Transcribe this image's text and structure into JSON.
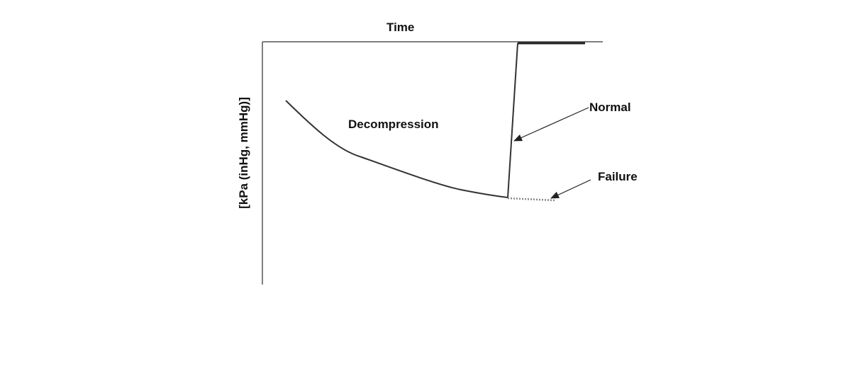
{
  "diagram": {
    "x_axis_label": "Time",
    "y_axis_label": "[kPa (inHg, mmHg)]",
    "decompression_label": "Decompression",
    "normal_label": "Normal",
    "failure_label": "Failure"
  },
  "colors": {
    "axis": "#555555",
    "curve": "#333333",
    "failure_dots": "#888888",
    "text": "#111111"
  }
}
